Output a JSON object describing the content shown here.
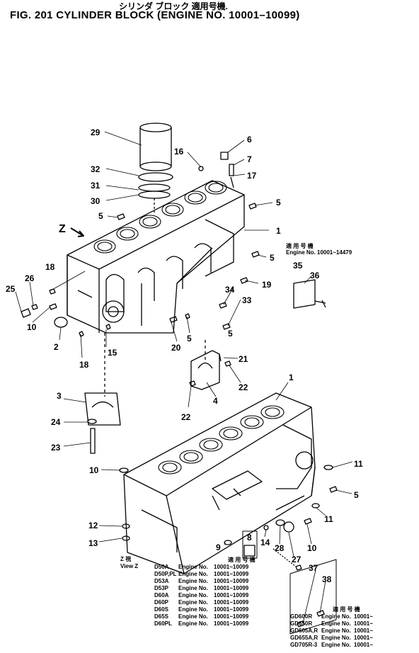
{
  "header": {
    "japanese_title": "シリンダ ブロック  適用号機.",
    "title": "FIG. 201  CYLINDER BLOCK  (ENGINE NO. 10001–10099)"
  },
  "callouts": [
    "29",
    "6",
    "16",
    "7",
    "17",
    "32",
    "31",
    "30",
    "5",
    "5",
    "Z",
    "1",
    "5",
    "35",
    "36",
    "19",
    "34",
    "33",
    "18",
    "26",
    "25",
    "10",
    "2",
    "15",
    "18",
    "20",
    "5",
    "5",
    "21",
    "22",
    "3",
    "4",
    "22",
    "24",
    "23",
    "1",
    "10",
    "11",
    "5",
    "12",
    "13",
    "9",
    "8",
    "14",
    "28",
    "27",
    "10",
    "11",
    "37",
    "38"
  ],
  "note_top": {
    "applicable_label": "適 用 号 機",
    "engine_line": "Engine No. 10001~14479"
  },
  "view_z": {
    "jp": "Z    視",
    "en": "View Z"
  },
  "table_main": {
    "header": "適 用 号 機",
    "rows": [
      {
        "model": "D50A",
        "label": "Engine No.",
        "range": "10001~10099"
      },
      {
        "model": "D50P,PL",
        "label": "Engine No.",
        "range": "10001~10099"
      },
      {
        "model": "D53A",
        "label": "Engine No.",
        "range": "10001~10099"
      },
      {
        "model": "D53P",
        "label": "Engine No.",
        "range": "10001~10099"
      },
      {
        "model": "D60A",
        "label": "Engine No.",
        "range": "10001~10099"
      },
      {
        "model": "D60P",
        "label": "Engine No.",
        "range": "10001~10099"
      },
      {
        "model": "D60S",
        "label": "Engine No.",
        "range": "10001~10099"
      },
      {
        "model": "D65S",
        "label": "Engine No.",
        "range": "10001~10099"
      },
      {
        "model": "D60PL",
        "label": "Engine No.",
        "range": "10001~10099"
      }
    ]
  },
  "table_bottom": {
    "header": "適 用 号 機",
    "rows": [
      {
        "model": "GD600R",
        "label": "Engine No.",
        "range": "10001~"
      },
      {
        "model": "GD650R",
        "label": "Engine No.",
        "range": "10001~"
      },
      {
        "model": "GD605A,R",
        "label": "Engine No.",
        "range": "10001~"
      },
      {
        "model": "GD655A,R",
        "label": "Engine No.",
        "range": "10001~"
      },
      {
        "model": "GD705R-3",
        "label": "Engine No.",
        "range": "10001~"
      }
    ]
  }
}
